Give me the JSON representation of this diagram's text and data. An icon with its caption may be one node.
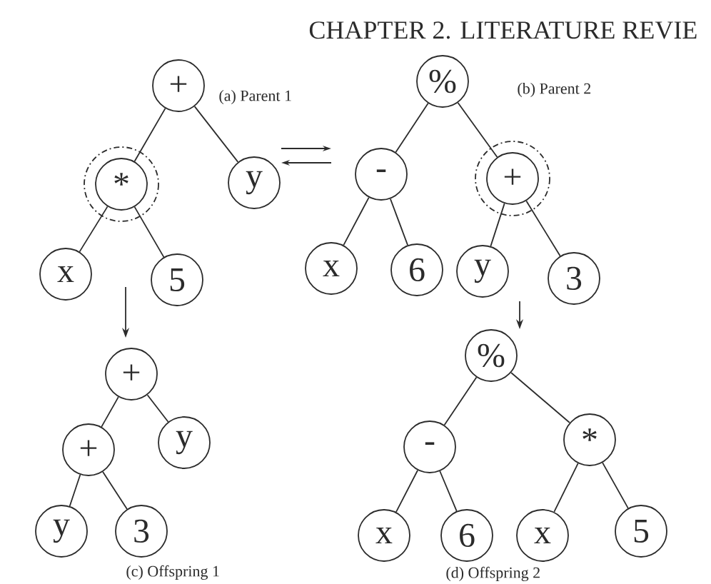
{
  "diagram": {
    "nodes": [
      {
        "text": [
          "+"
        ]
      },
      {
        "text": [
          "*"
        ]
      },
      {
        "text": [
          "y"
        ]
      },
      {
        "text": [
          "x"
        ]
      },
      {
        "text": [
          "5"
        ]
      },
      {
        "text": [
          "%"
        ]
      },
      {
        "text": [
          "-"
        ]
      },
      {
        "text": [
          "+"
        ]
      },
      {
        "text": [
          "x"
        ]
      },
      {
        "text": [
          "6"
        ]
      },
      {
        "text": [
          "y"
        ]
      },
      {
        "text": [
          "3"
        ]
      },
      {
        "text": [
          "+"
        ]
      },
      {
        "text": [
          "+"
        ]
      },
      {
        "text": [
          "y"
        ]
      },
      {
        "text": [
          "y"
        ]
      },
      {
        "text": [
          "3"
        ]
      },
      {
        "text": [
          "%"
        ]
      },
      {
        "text": [
          "-"
        ]
      },
      {
        "text": [
          "*"
        ]
      },
      {
        "text": [
          "x"
        ]
      },
      {
        "text": [
          "6"
        ]
      },
      {
        "text": [
          "x"
        ]
      },
      {
        "text": [
          "5"
        ]
      }
    ],
    "edges": [
      {
        "from": 0,
        "to": 1,
        "arrow": "none"
      },
      {
        "from": 0,
        "to": 2,
        "arrow": "none"
      },
      {
        "from": 1,
        "to": 3,
        "arrow": "none"
      },
      {
        "from": 1,
        "to": 4,
        "arrow": "none"
      },
      {
        "from": 5,
        "to": 6,
        "arrow": "none"
      },
      {
        "from": 5,
        "to": 7,
        "arrow": "none"
      },
      {
        "from": 6,
        "to": 8,
        "arrow": "none"
      },
      {
        "from": 6,
        "to": 9,
        "arrow": "none"
      },
      {
        "from": 7,
        "to": 10,
        "arrow": "none"
      },
      {
        "from": 7,
        "to": 11,
        "arrow": "none"
      },
      {
        "from": 12,
        "to": 13,
        "arrow": "none"
      },
      {
        "from": 12,
        "to": 14,
        "arrow": "none"
      },
      {
        "from": 13,
        "to": 15,
        "arrow": "none"
      },
      {
        "from": 13,
        "to": 16,
        "arrow": "none"
      },
      {
        "from": 17,
        "to": 18,
        "arrow": "none"
      },
      {
        "from": 17,
        "to": 19,
        "arrow": "none"
      },
      {
        "from": 18,
        "to": 20,
        "arrow": "none"
      },
      {
        "from": 18,
        "to": 21,
        "arrow": "none"
      },
      {
        "from": 19,
        "to": 22,
        "arrow": "none"
      },
      {
        "from": 19,
        "to": 23,
        "arrow": "none"
      },
      {
        "from": null,
        "to": 12,
        "arrow": "to"
      },
      {
        "from": null,
        "to": 17,
        "arrow": "to"
      }
    ],
    "labels": [
      "CHAPTER 2. LITERATURE REVIE",
      "(a) Parent 1",
      "(b) Parent 2",
      "(c) Offspring 1",
      "(d) Offspring 2"
    ]
  }
}
